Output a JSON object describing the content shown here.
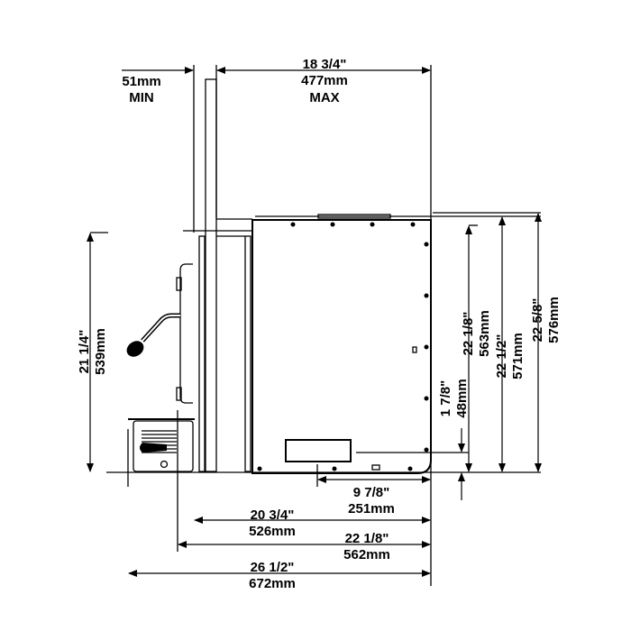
{
  "dimensions": {
    "wall_min": {
      "imperial": "51mm",
      "metric": "MIN"
    },
    "opening_max": {
      "imperial": "18 3/4\"",
      "metric": "477mm",
      "note": "MAX"
    },
    "left_height": {
      "imperial": "21 1/4\"",
      "metric": "539mm"
    },
    "height_a": {
      "imperial": "22 1/8\"",
      "metric": "563mm"
    },
    "height_b": {
      "imperial": "22 1/2\"",
      "metric": "571mm"
    },
    "height_c": {
      "imperial": "22 5/8\"",
      "metric": "576mm"
    },
    "vent_offset": {
      "imperial": "1 7/8\"",
      "metric": "48mm"
    },
    "vent_width": {
      "imperial": "9 7/8\"",
      "metric": "251mm"
    },
    "depth_a": {
      "imperial": "20 3/4\"",
      "metric": "526mm"
    },
    "depth_b": {
      "imperial": "22 1/8\"",
      "metric": "562mm"
    },
    "depth_c": {
      "imperial": "26 1/2\"",
      "metric": "672mm"
    }
  }
}
